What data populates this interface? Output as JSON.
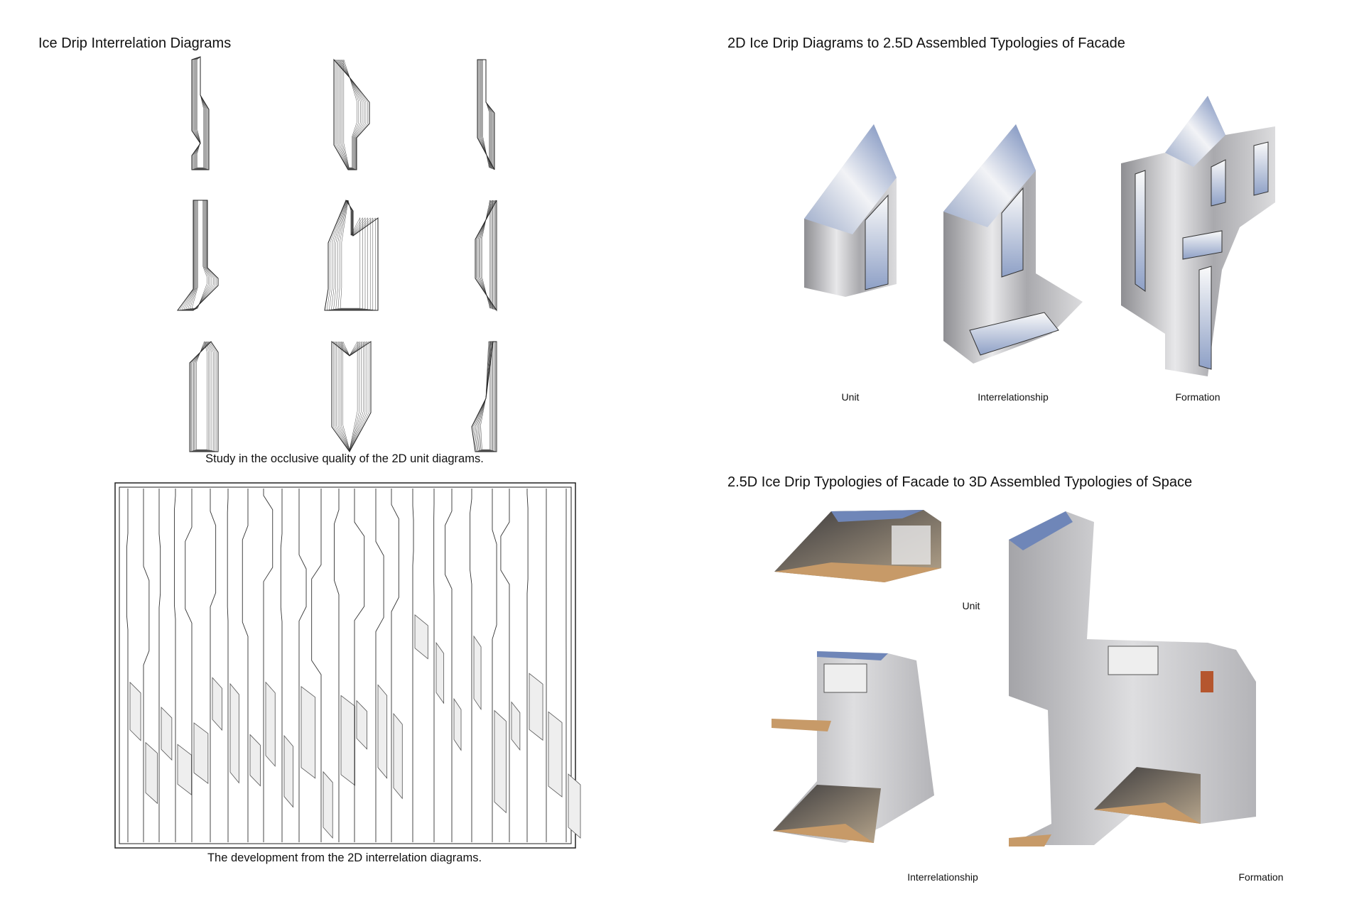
{
  "left": {
    "title": "Ice Drip Interrelation Diagrams",
    "grid_caption": "Study in the occlusive quality of the 2D unit diagrams.",
    "pattern_caption": "The development from the 2D interrelation diagrams."
  },
  "facade": {
    "title": "2D Ice Drip Diagrams to 2.5D Assembled Typologies of Facade",
    "labels": [
      "Unit",
      "Interrelationship",
      "Formation"
    ]
  },
  "space": {
    "title": "2.5D Ice Drip Typologies of Facade to 3D Assembled Typologies of Space",
    "labels": [
      "Unit",
      "Interrelationship",
      "Formation"
    ]
  },
  "colors": {
    "metal_light": "#e6e6e8",
    "metal_dark": "#8c8c90",
    "sky": "#6f86b8",
    "floor": "#c79a68"
  }
}
